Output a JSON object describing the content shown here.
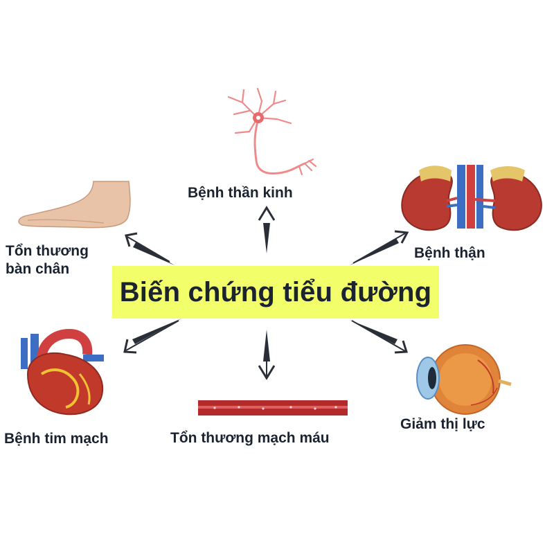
{
  "title": "Biến chứng tiểu đường",
  "labels": {
    "nerve": "Bệnh thần kinh",
    "foot_line1": "Tổn thương",
    "foot_line2": "bàn chân",
    "kidney": "Bệnh thận",
    "heart": "Bệnh tim mạch",
    "vessel": "Tổn thương mạch máu",
    "eye": "Giảm thị lực"
  },
  "colors": {
    "title_bg": "#f2ff6b",
    "text": "#1b2230",
    "arrow": "#2a2e36"
  },
  "icons": [
    "nerve-cell-icon",
    "foot-icon",
    "kidney-icon",
    "heart-icon",
    "blood-vessel-icon",
    "eye-icon"
  ]
}
